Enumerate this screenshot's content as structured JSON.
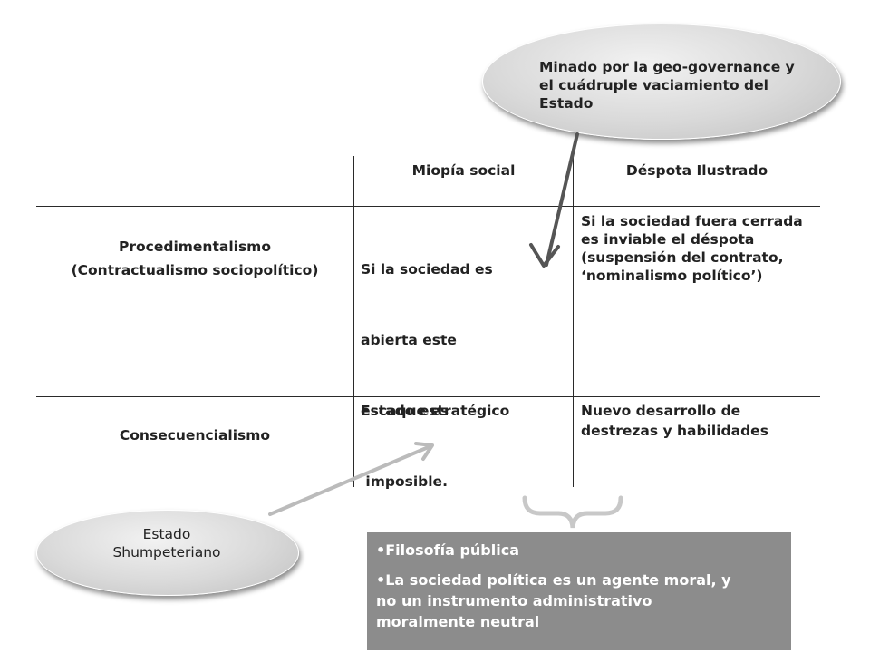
{
  "table": {
    "col_headers": [
      "Miopía social",
      "Déspota Ilustrado"
    ],
    "row1": {
      "header": [
        "Procedimentalismo",
        "(Contractualismo sociopolítico)"
      ],
      "cell1": [
        "Si la sociedad es",
        "abierta este",
        "escaque es",
        " imposible."
      ],
      "cell2": [
        "Si la sociedad fuera cerrada",
        "es inviable el déspota",
        "(suspensión del contrato,",
        "‘nominalismo político’)"
      ]
    },
    "row2": {
      "header": "Consecuencialismo",
      "cell1": "Estado estratégico",
      "cell2": [
        "Nuevo desarrollo de",
        "destrezas y habilidades"
      ]
    }
  },
  "callouts": {
    "top": [
      "Minado por la geo-governance y",
      "el cuádruple vaciamiento del",
      "Estado"
    ],
    "bottom": [
      "Estado",
      "Shumpeteriano"
    ]
  },
  "box": {
    "item1": "•Filosofía pública",
    "item2": [
      "•La sociedad política es un agente moral, y",
      "no un instrumento  administrativo",
      "moralmente  neutral"
    ]
  },
  "colors": {
    "arrow_dark": "#555555",
    "arrow_light": "#bbbbbb",
    "brace": "#c8c8c8",
    "box_bg": "#8c8c8c"
  }
}
